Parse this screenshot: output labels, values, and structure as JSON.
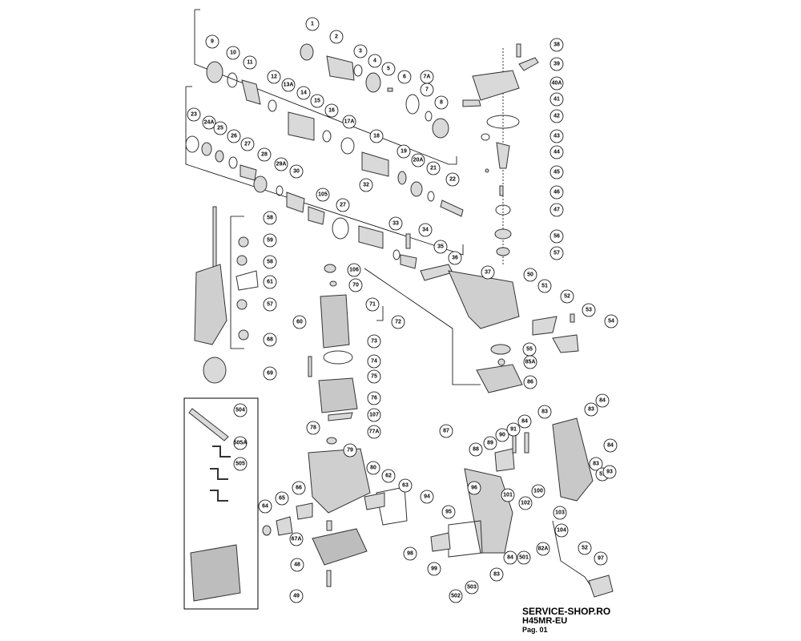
{
  "footer": {
    "shop": "SERVICE-SHOP.RO",
    "model": "H45MR-EU",
    "page": "Pag. 01"
  },
  "callouts": [
    "1",
    "2",
    "3",
    "4",
    "5",
    "6",
    "7A",
    "7",
    "8",
    "9",
    "10",
    "11",
    "12",
    "13A",
    "14",
    "15",
    "16",
    "17A",
    "18",
    "19",
    "20A",
    "21",
    "22",
    "23",
    "24A",
    "25",
    "26",
    "27",
    "28",
    "29A",
    "30",
    "105",
    "27",
    "32",
    "33",
    "34",
    "35",
    "36",
    "37",
    "38",
    "39",
    "40A",
    "41",
    "42",
    "43",
    "44",
    "45",
    "46",
    "47",
    "56",
    "57",
    "58",
    "59",
    "58",
    "61",
    "57",
    "60",
    "68",
    "69",
    "106",
    "70",
    "71",
    "72",
    "73",
    "74",
    "75",
    "76",
    "107",
    "77A",
    "78",
    "79",
    "80",
    "62",
    "63",
    "64",
    "65",
    "66",
    "67A",
    "48",
    "49",
    "50",
    "51",
    "52",
    "53",
    "54",
    "55",
    "85A",
    "86",
    "87",
    "88",
    "89",
    "90",
    "91",
    "84",
    "83",
    "83",
    "84",
    "84",
    "83",
    "51",
    "93",
    "94",
    "95",
    "96",
    "101",
    "102",
    "100",
    "103",
    "104",
    "82A",
    "52",
    "97",
    "98",
    "99",
    "83",
    "84",
    "501",
    "502",
    "503",
    "504",
    "505A",
    "505"
  ]
}
